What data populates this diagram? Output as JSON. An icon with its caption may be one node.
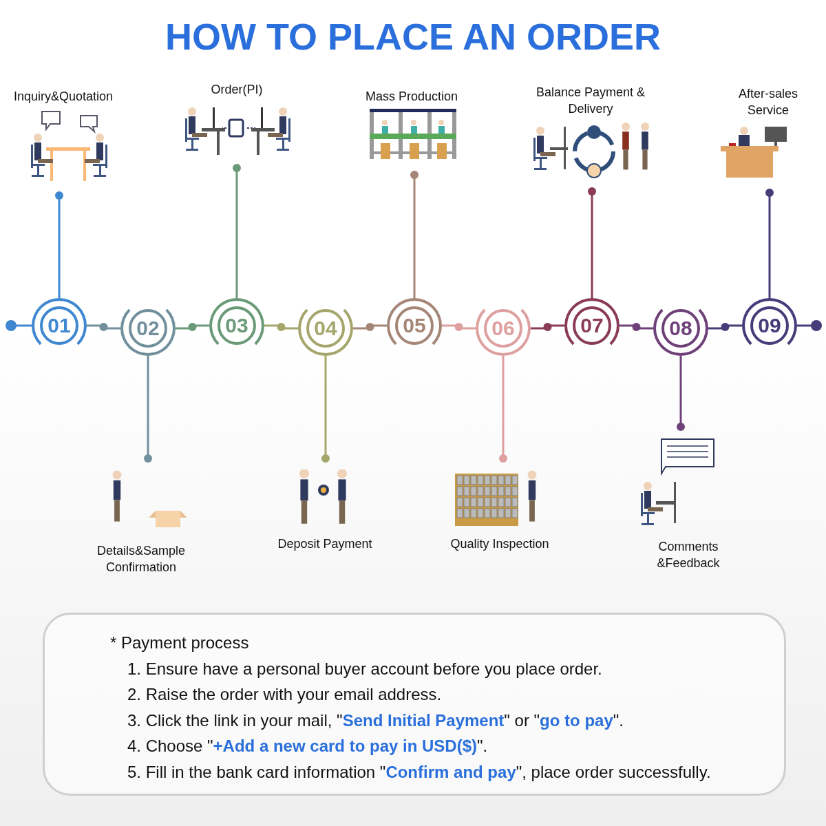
{
  "diagram": {
    "title": "HOW TO PLACE AN ORDER",
    "nodes": [
      {
        "text": [
          "01"
        ]
      },
      {
        "text": [
          "02"
        ]
      },
      {
        "text": [
          "03"
        ]
      },
      {
        "text": [
          "04"
        ]
      },
      {
        "text": [
          "05"
        ]
      },
      {
        "text": [
          "06"
        ]
      },
      {
        "text": [
          "07"
        ]
      },
      {
        "text": [
          "08"
        ]
      },
      {
        "text": [
          "09"
        ]
      },
      {
        "text": [
          "Inquiry&Quotation"
        ]
      },
      {
        "text": [
          "Details&Sample Confirmation"
        ]
      },
      {
        "text": [
          "Order(PI)"
        ]
      },
      {
        "text": [
          "Deposit Payment"
        ]
      },
      {
        "text": [
          "Mass Production"
        ]
      },
      {
        "text": [
          "Quality Inspection"
        ]
      },
      {
        "text": [
          "Balance Payment & Delivery"
        ]
      },
      {
        "text": [
          "Comments &Feedback"
        ]
      },
      {
        "text": [
          "After-sales Service"
        ]
      }
    ],
    "edges": [
      {
        "from": null,
        "to": 0,
        "arrow": "other",
        "color": "#3f88d1"
      },
      {
        "from": 0,
        "to": 1,
        "arrow": "none",
        "color": "#72909c"
      },
      {
        "from": 1,
        "to": 2,
        "arrow": "none",
        "color": "#6b9a78"
      },
      {
        "from": 2,
        "to": 3,
        "arrow": "none",
        "color": "#a4a66c"
      },
      {
        "from": 3,
        "to": 4,
        "arrow": "none",
        "color": "#a58676"
      },
      {
        "from": 4,
        "to": 5,
        "arrow": "none",
        "color": "#de9f9f"
      },
      {
        "from": 5,
        "to": 6,
        "arrow": "none",
        "color": "#8a3b58"
      },
      {
        "from": 6,
        "to": 7,
        "arrow": "none",
        "color": "#6e4279"
      },
      {
        "from": 7,
        "to": 8,
        "arrow": "none",
        "color": "#463c7a"
      },
      {
        "from": 8,
        "to": null,
        "arrow": "other",
        "color": "#463c7a"
      },
      {
        "from": 0,
        "to": 9,
        "arrow": "other",
        "color": "#3f88d1"
      },
      {
        "from": 1,
        "to": 10,
        "arrow": "other",
        "color": "#72909c"
      },
      {
        "from": 2,
        "to": 11,
        "arrow": "other",
        "color": "#6b9a78"
      },
      {
        "from": 3,
        "to": 12,
        "arrow": "other",
        "color": "#a4a66c"
      },
      {
        "from": 4,
        "to": 13,
        "arrow": "other",
        "color": "#a58676"
      },
      {
        "from": 5,
        "to": 14,
        "arrow": "other",
        "color": "#de9f9f"
      },
      {
        "from": 6,
        "to": 15,
        "arrow": "other",
        "color": "#8a3b58"
      },
      {
        "from": 7,
        "to": 16,
        "arrow": "other",
        "color": "#6e4279"
      },
      {
        "from": 8,
        "to": 17,
        "arrow": "other",
        "color": "#463c7a"
      }
    ],
    "labels": [
      "* Payment process",
      "1. Ensure have a personal buyer account before you place order.",
      "2. Raise the order with your email address.",
      "3. Click the link in your mail, \"**Send Initial Payment**\" or \"**go to pay**\".",
      "4. Choose \"**+Add a new card to pay in USD($)**\".",
      "5. Fill in the bank card information \"**Confirm and pay**\", place order successfully."
    ]
  }
}
